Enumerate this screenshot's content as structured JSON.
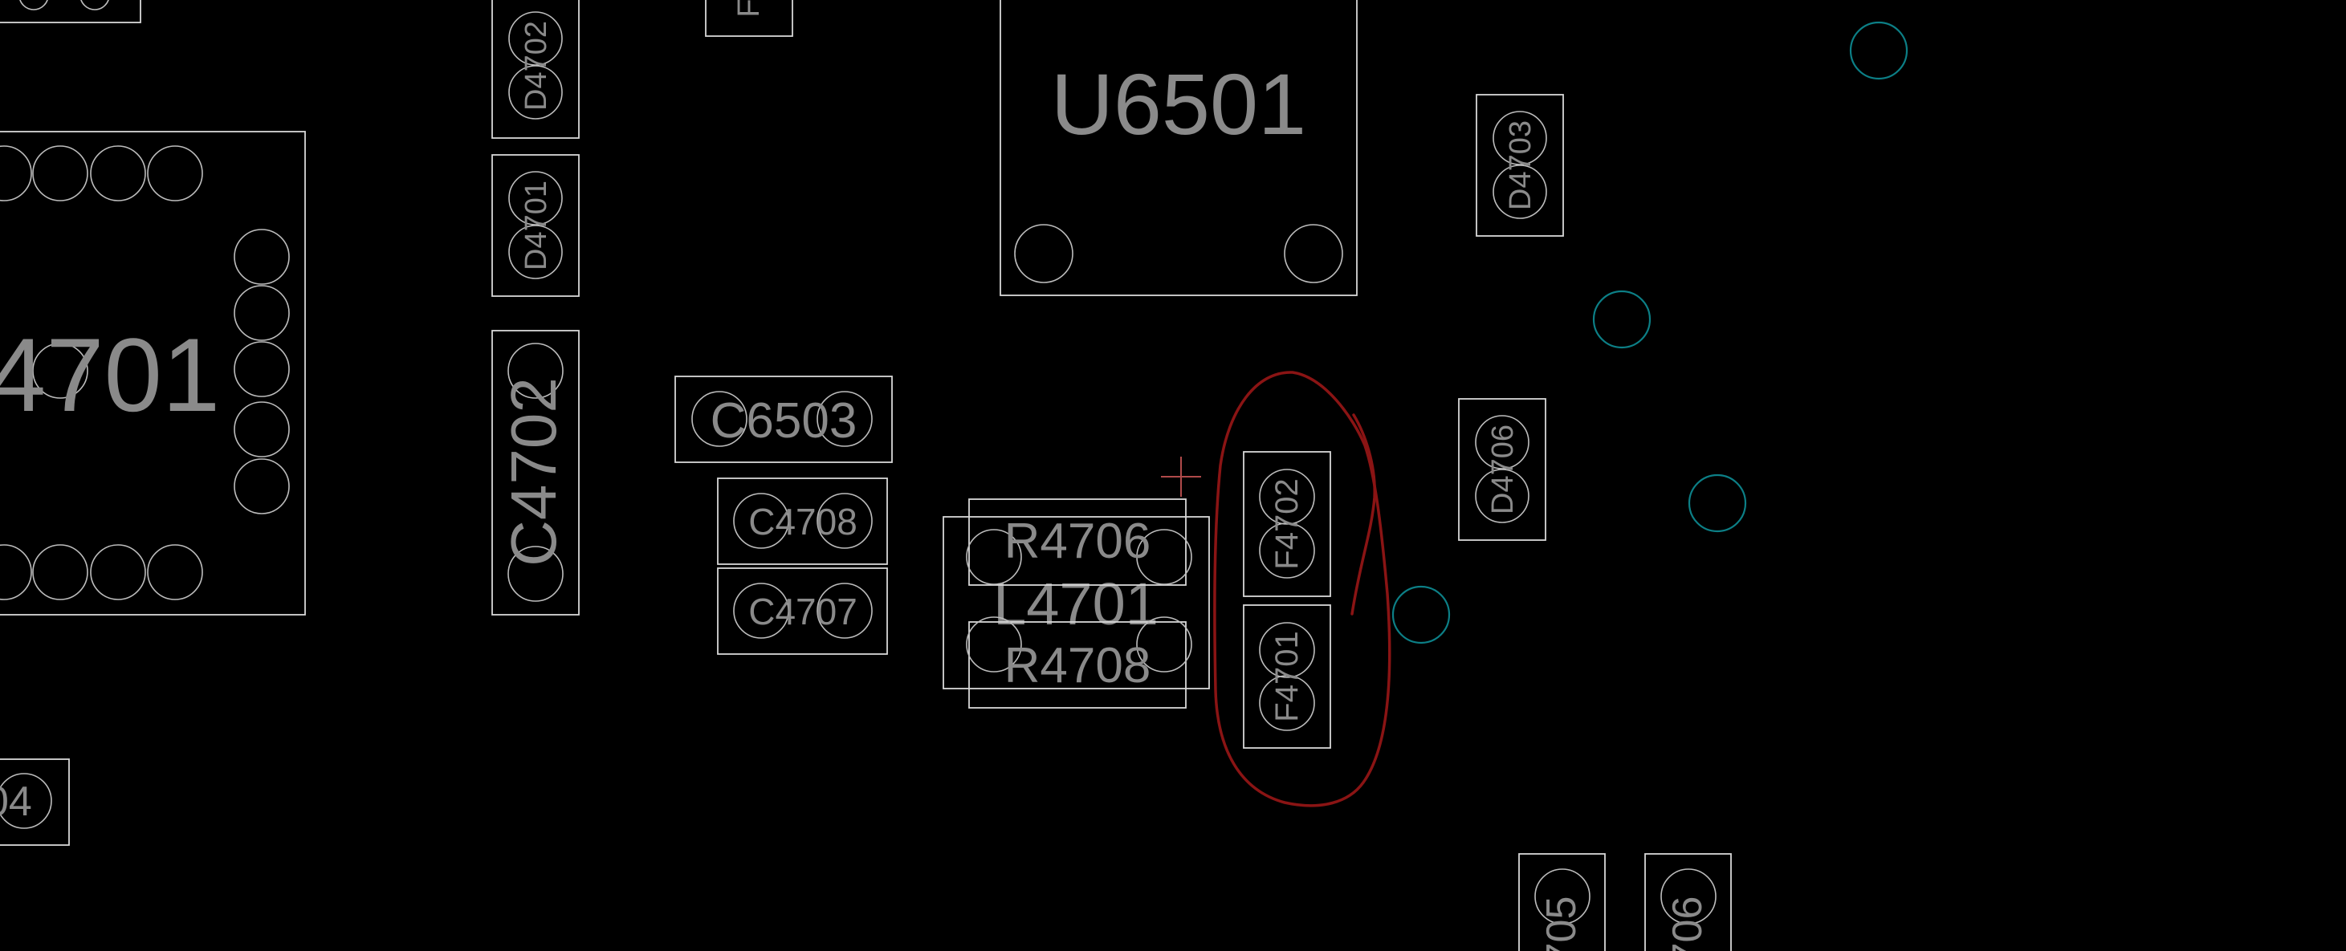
{
  "viewer": {
    "background": "#000000",
    "outline_color": "#d8d8d8",
    "label_color": "#8a8a8a",
    "via_color": "#0c7f86",
    "markup_color": "#8a1414"
  },
  "components": {
    "u4701": "4701",
    "u6501": "U6501",
    "d4702": "D4702",
    "d4701": "D4701",
    "c4702": "C4702",
    "c6503": "C6503",
    "c4708": "C4708",
    "c4707": "C4707",
    "r4706": "R4706",
    "l4701": "L4701",
    "r4708": "R4708",
    "f4702": "F4702",
    "f4701": "F4701",
    "d4703": "D4703",
    "d4706": "D4706",
    "part_04": "04",
    "part_705": "705",
    "part_706": "706",
    "part_f_top": "F"
  }
}
